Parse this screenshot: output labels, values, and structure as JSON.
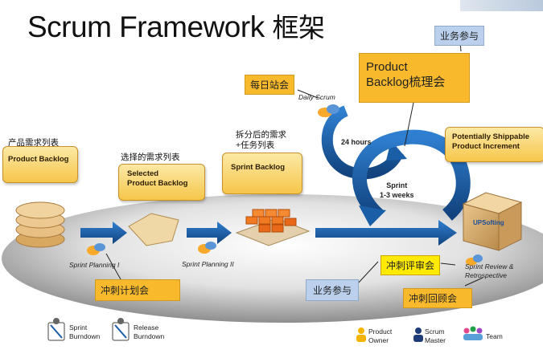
{
  "title": {
    "main": "Scrum Framework",
    "cn": "框架"
  },
  "labels": {
    "product_backlog_cn": "产品需求列表",
    "product_backlog": "Product  Backlog",
    "selected_cn": "选择的需求列表",
    "selected_line1": "Selected",
    "selected_line2": "Product Backlog",
    "sprint_backlog_cn_line1": "拆分后的需求",
    "sprint_backlog_cn_line2": "+任务列表",
    "sprint_backlog": "Sprint Backlog",
    "potentially_line1": "Potentially Shippable",
    "potentially_line2": "Product Increment",
    "daily_scrum": "Daily Scrum",
    "hours": "24 hours",
    "sprint_line1": "Sprint",
    "sprint_line2": "1-3 weeks",
    "sprint_planning_1": "Sprint Planning I",
    "sprint_planning_2": "Sprint Planning II",
    "sprint_review_line1": "Sprint Review &",
    "sprint_review_line2": "Retrospective",
    "box_brand": "UPSofting"
  },
  "callouts": {
    "stakeholders_top": "业务参与",
    "backlog_grooming_line1": "Product",
    "backlog_grooming_line2": "Backlog梳理会",
    "daily_standup": "每日站会",
    "sprint_planning_meeting": "冲刺计划会",
    "sprint_review_meeting": "冲刺评审会",
    "stakeholders_bottom": "业务参与",
    "retrospective_meeting": "冲刺回顾会"
  },
  "legend": [
    {
      "icon": "burndown-chart-icon",
      "line1": "Sprint",
      "line2": "Burndown"
    },
    {
      "icon": "burndown-chart-icon",
      "line1": "Release",
      "line2": "Burndown"
    },
    {
      "icon": "product-owner-icon",
      "line1": "Product",
      "line2": "Owner"
    },
    {
      "icon": "scrum-master-icon",
      "line1": "Scrum",
      "line2": "Master"
    },
    {
      "icon": "team-icon",
      "line1": "Team",
      "line2": ""
    }
  ],
  "colors": {
    "arrow_blue": "#1b5ea8",
    "callout_orange": "#f8ba2c",
    "callout_yellow": "#ffea00",
    "callout_blue": "#bad0ec"
  }
}
